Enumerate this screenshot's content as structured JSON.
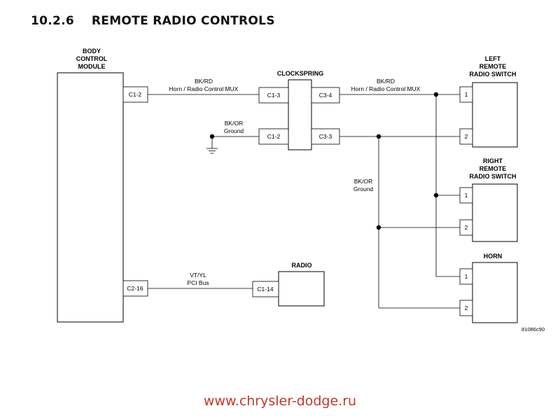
{
  "header": {
    "title": "10.2.6    REMOTE RADIO CONTROLS"
  },
  "modules": {
    "bcm": [
      "BODY",
      "CONTROL",
      "MODULE"
    ],
    "clockspring": "CLOCKSPRING",
    "radio": "RADIO",
    "left_switch": [
      "LEFT",
      "REMOTE",
      "RADIO SWITCH"
    ],
    "right_switch": [
      "RIGHT",
      "REMOTE",
      "RADIO SWITCH"
    ],
    "horn": "HORN"
  },
  "connectors": {
    "bcm_c1_2": "C1-2",
    "bcm_c2_16": "C2-16",
    "clk_c1_3": "C1-3",
    "clk_c1_2": "C1-2",
    "clk_c3_4": "C3-4",
    "clk_c3_3": "C3-3",
    "radio_c1_14": "C1-14",
    "pin1": "1",
    "pin2": "2"
  },
  "wires": {
    "mux_color": "BK/RD",
    "mux_name": "Horn / Radio Control MUX",
    "gnd_color": "BK/OR",
    "gnd_name": "Ground",
    "pci_color": "VT/YL",
    "pci_name": "PCI Bus"
  },
  "figure_id": "81086c90",
  "watermark": "www.chrysler-dodge.ru",
  "colors": {
    "watermark": "#c0392b",
    "lines": "#000000"
  }
}
